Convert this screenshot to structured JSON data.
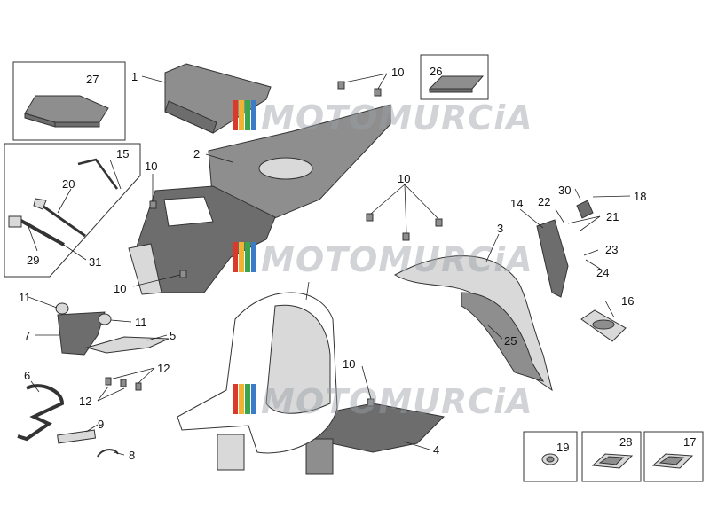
{
  "watermark": {
    "text": "MOTOMURCiA",
    "colors": [
      "#d93a2b",
      "#f2b233",
      "#3aa54a",
      "#3a7cc7"
    ]
  },
  "callouts": [
    {
      "id": "1"
    },
    {
      "id": "2"
    },
    {
      "id": "3"
    },
    {
      "id": "4"
    },
    {
      "id": "5"
    },
    {
      "id": "6"
    },
    {
      "id": "7"
    },
    {
      "id": "8"
    },
    {
      "id": "9"
    },
    {
      "id": "10"
    },
    {
      "id": "11"
    },
    {
      "id": "12"
    },
    {
      "id": "14"
    },
    {
      "id": "15"
    },
    {
      "id": "16"
    },
    {
      "id": "17"
    },
    {
      "id": "18"
    },
    {
      "id": "19"
    },
    {
      "id": "20"
    },
    {
      "id": "21"
    },
    {
      "id": "22"
    },
    {
      "id": "23"
    },
    {
      "id": "24"
    },
    {
      "id": "25"
    },
    {
      "id": "26"
    },
    {
      "id": "27"
    },
    {
      "id": "28"
    },
    {
      "id": "29"
    },
    {
      "id": "30"
    },
    {
      "id": "31"
    }
  ],
  "inset_boxes": [
    {
      "part": "27",
      "icon": "bracket-plate-icon"
    },
    {
      "part": "26",
      "icon": "sticker-pad-icon"
    },
    {
      "part": "19",
      "icon": "grommet-icon"
    },
    {
      "part": "28",
      "icon": "spring-clip-icon"
    },
    {
      "part": "17",
      "icon": "spring-clip-icon"
    }
  ]
}
